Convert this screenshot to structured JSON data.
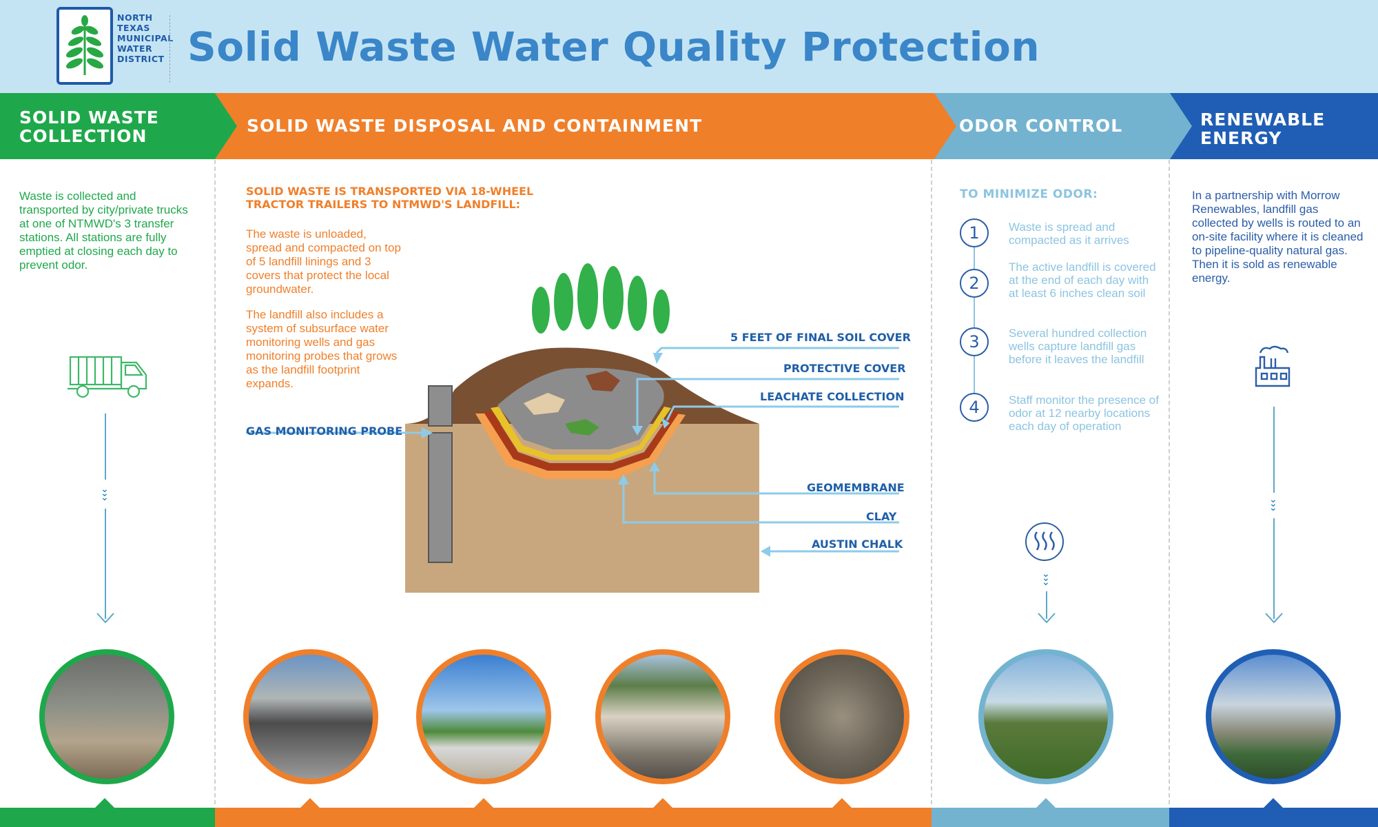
{
  "header": {
    "title": "Solid Waste Water Quality Protection",
    "logo_lines": [
      "NORTH",
      "TEXAS",
      "MUNICIPAL",
      "WATER",
      "DISTRICT"
    ]
  },
  "sections": {
    "collection": {
      "title_line1": "SOLID WASTE",
      "title_line2": "COLLECTION",
      "body": "Waste is collected and transported by city/private trucks at one of NTMWD's 3 transfer stations. All stations are fully emptied at closing each day to prevent odor.",
      "color": "#1fa84b"
    },
    "disposal": {
      "title": "SOLID WASTE DISPOSAL AND CONTAINMENT",
      "subheading_line1": "SOLID WASTE IS TRANSPORTED VIA 18-WHEEL",
      "subheading_line2": "TRACTOR TRAILERS TO NTMWD'S LANDFILL:",
      "para1": "The waste is unloaded, spread and compacted on top of 5 landfill linings and 3 covers that protect the local groundwater.",
      "para2": "The landfill also includes a system of subsurface water monitoring wells and gas monitoring probes that grows as the landfill footprint expands.",
      "color": "#f07f2a"
    },
    "odor": {
      "title": "ODOR CONTROL",
      "subheading": "TO MINIMIZE ODOR:",
      "steps": [
        {
          "num": "1",
          "text": "Waste is spread and compacted as it arrives"
        },
        {
          "num": "2",
          "text": "The active landfill is covered at the end of each day with at least 6 inches clean soil"
        },
        {
          "num": "3",
          "text": "Several hundred collection wells capture landfill gas before it leaves the landfill"
        },
        {
          "num": "4",
          "text": "Staff monitor the presence of odor at 12 nearby locations each day of operation"
        }
      ],
      "color": "#73b3cf"
    },
    "energy": {
      "title_line1": "RENEWABLE",
      "title_line2": "ENERGY",
      "body": "In a partnership with Morrow Renewables, landfill gas collected by wells is routed to an on-site facility where it is cleaned to pipeline-quality natural gas. Then it is sold as renewable energy.",
      "color": "#1f5eb4"
    }
  },
  "diagram_labels": {
    "final_soil_cover": "5 FEET OF FINAL SOIL COVER",
    "protective_cover": "PROTECTIVE COVER",
    "leachate_collection": "LEACHATE COLLECTION",
    "gas_monitoring_probe": "GAS MONITORING PROBE",
    "geomembrane": "GEOMEMBRANE",
    "clay": "CLAY",
    "austin_chalk": "AUSTIN CHALK"
  },
  "icons": {
    "collection": "garbage-truck-icon",
    "odor": "odor-waves-icon",
    "energy": "factory-icon"
  },
  "photos": [
    "transfer-station-photo",
    "truck-at-dock-photo",
    "tractor-trailer-photo",
    "dumping-trailer-photo",
    "landfill-aerial-photo",
    "odor-monitor-photo",
    "gas-plant-photo"
  ]
}
